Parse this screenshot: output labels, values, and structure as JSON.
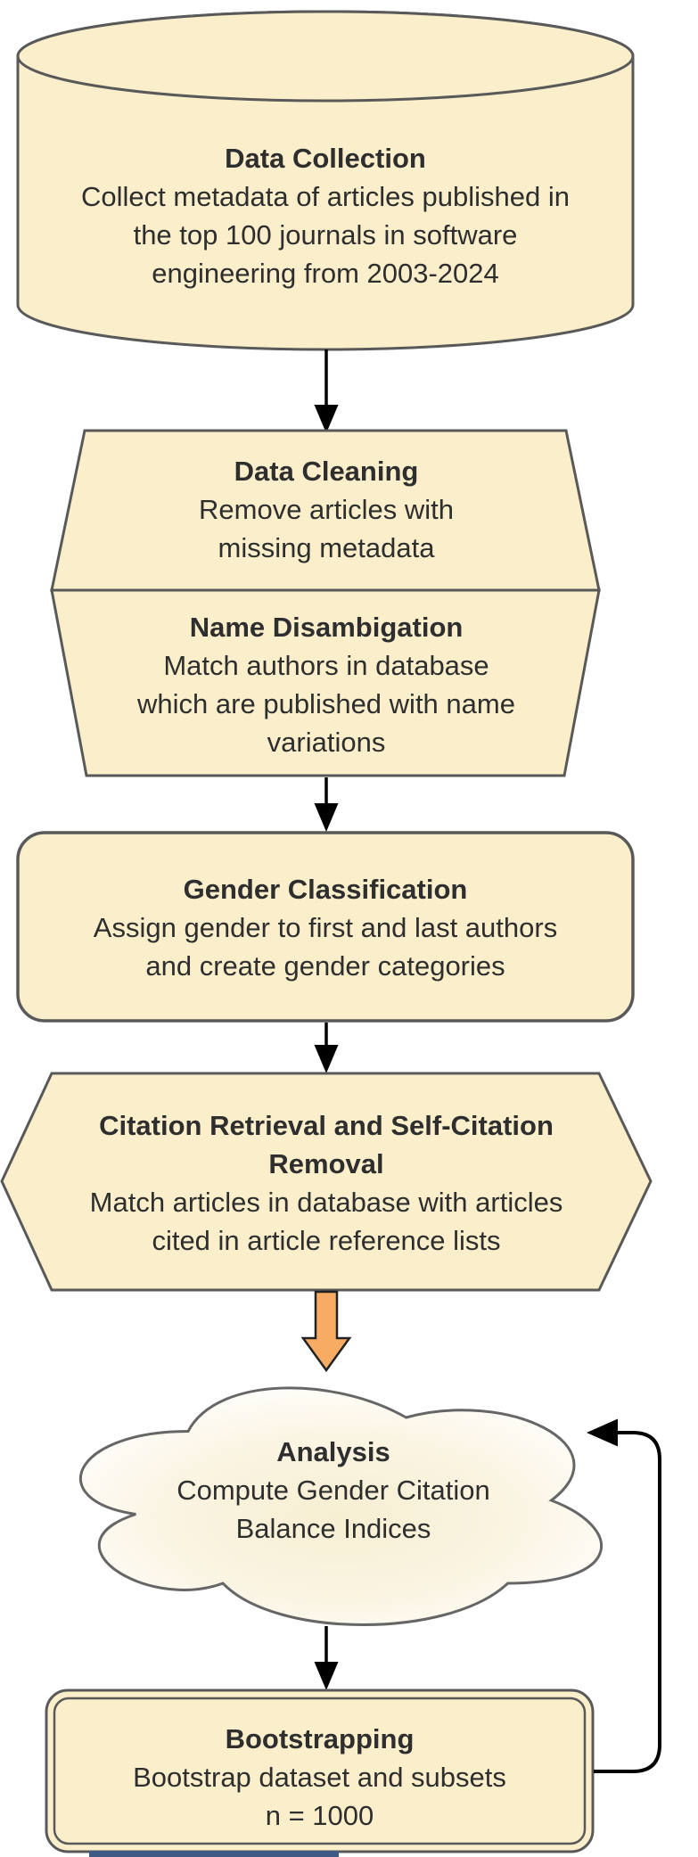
{
  "diagram": {
    "nodes": {
      "data_collection": {
        "shape": "cylinder",
        "title": "Data Collection",
        "lines": [
          "Collect metadata of articles published in",
          "the top 100 journals in software",
          "engineering from 2003-2024"
        ]
      },
      "data_cleaning": {
        "shape": "trapezoid-top",
        "title": "Data Cleaning",
        "lines": [
          "Remove articles with",
          "missing metadata"
        ]
      },
      "name_disambigation": {
        "shape": "trapezoid-bottom",
        "title": "Name Disambigation",
        "lines": [
          "Match authors in database",
          "which are published with name",
          "variations"
        ]
      },
      "gender_classification": {
        "shape": "rounded-rectangle",
        "title": "Gender Classification",
        "lines": [
          "Assign gender to first and last authors",
          "and create gender categories"
        ]
      },
      "citation_retrieval": {
        "shape": "hexagon",
        "title_lines": [
          "Citation Retrieval and Self-Citation",
          "Removal"
        ],
        "lines": [
          "Match articles in database with articles",
          "cited in article reference lists"
        ]
      },
      "analysis": {
        "shape": "cloud",
        "title": "Analysis",
        "lines": [
          "Compute Gender Citation",
          "Balance Indices"
        ]
      },
      "bootstrapping": {
        "shape": "double-rounded-rectangle",
        "title": "Bootstrapping",
        "lines": [
          "Bootstrap dataset and subsets",
          "n = 1000"
        ]
      }
    },
    "edges": [
      {
        "from": "data_collection",
        "to": "data_cleaning",
        "style": "black-arrow"
      },
      {
        "from": "name_disambigation",
        "to": "gender_classification",
        "style": "black-arrow"
      },
      {
        "from": "gender_classification",
        "to": "citation_retrieval",
        "style": "black-arrow"
      },
      {
        "from": "citation_retrieval",
        "to": "analysis",
        "style": "orange-block-arrow"
      },
      {
        "from": "analysis",
        "to": "bootstrapping",
        "style": "black-arrow"
      },
      {
        "from": "bootstrapping",
        "to": "analysis",
        "style": "feedback-loop-arrow"
      }
    ],
    "colors": {
      "node_fill": "#FAEECB",
      "node_border": "#595959",
      "text": "#2E2E2E",
      "arrow": "#000000",
      "orange_arrow_fill": "#F8AC63",
      "cloud_fill_center": "#F7EFD2",
      "cloud_fill_edge": "#FFFFFF",
      "bottom_bar": "#3E5A85"
    }
  }
}
